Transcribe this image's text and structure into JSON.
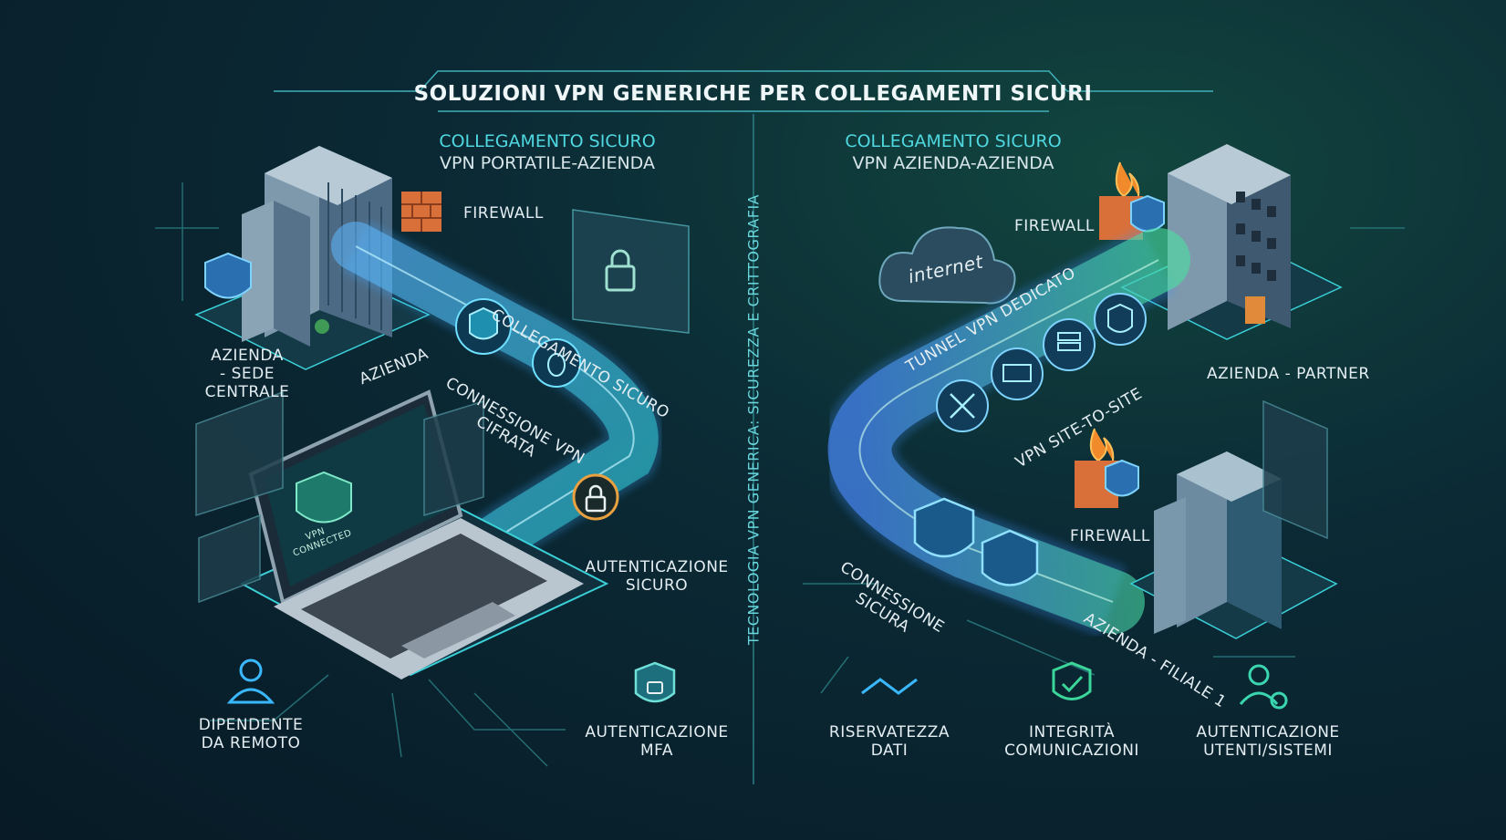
{
  "header": {
    "title": "SOLUZIONI VPN GENERICHE PER COLLEGAMENTI SICURI"
  },
  "divider": {
    "vertical_label": "TECNOLOGIA VPN GENERICA: SICUREZZA E CRITTOGRAFIA"
  },
  "left_panel": {
    "subtitle_line1": "COLLEGAMENTO SICURO",
    "subtitle_line2": "VPN PORTATILE-AZIENDA",
    "labels": {
      "firewall": "FIREWALL",
      "hq_line1": "AZIENDA",
      "hq_line2": "- SEDE CENTRALE",
      "azienda": "AZIENDA",
      "collegamento": "COLLEGAMENTO SICURO",
      "connessione_line1": "CONNESSIONE VPN",
      "connessione_line2": "CIFRATA",
      "auth_line1": "AUTENTICAZIONE",
      "auth_line2": "SICURO",
      "remote_line1": "DIPENDENTE",
      "remote_line2": "DA REMOTO",
      "mfa_line1": "AUTENTICAZIONE",
      "mfa_line2": "MFA",
      "vpn_status_line1": "VPN",
      "vpn_status_line2": "CONNECTED"
    }
  },
  "right_panel": {
    "subtitle_line1": "COLLEGAMENTO SICURO",
    "subtitle_line2": "VPN AZIENDA-AZIENDA",
    "labels": {
      "internet": "internet",
      "firewall_top": "FIREWALL",
      "tunnel": "TUNNEL VPN DEDICATO",
      "partner": "AZIENDA - PARTNER",
      "site_to_site": "VPN SITE-TO-SITE",
      "firewall_bottom": "FIREWALL",
      "connessione_line1": "CONNESSIONE",
      "connessione_line2": "SICURA",
      "filiale": "AZIENDA - FILIALE 1",
      "riservatezza_line1": "RISERVATEZZA",
      "riservatezza_line2": "DATI",
      "integrita_line1": "INTEGRITÀ",
      "integrita_line2": "COMUNICAZIONI",
      "auth_line1": "AUTENTICAZIONE",
      "auth_line2": "UTENTI/SISTEMI"
    }
  },
  "colors": {
    "accent_cyan": "#4fd8e0",
    "accent_green": "#3fd69a",
    "tube_blue": "#3a8fe8",
    "firewall_orange": "#e07a3a",
    "background": "#0b2a35"
  }
}
